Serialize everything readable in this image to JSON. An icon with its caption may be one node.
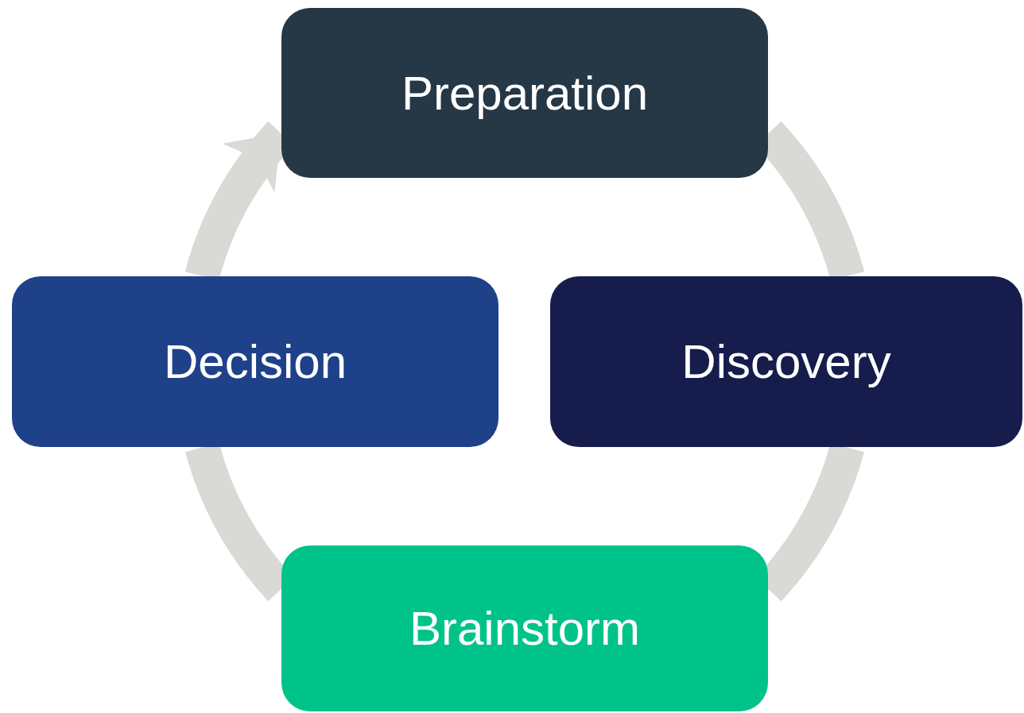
{
  "diagram": {
    "nodes": [
      {
        "text": [
          "Preparation"
        ]
      },
      {
        "text": [
          "Discovery"
        ]
      },
      {
        "text": [
          "Brainstorm"
        ]
      },
      {
        "text": [
          "Decision"
        ]
      }
    ],
    "edges": [
      {
        "from": 0,
        "to": 1,
        "arrow": "none"
      },
      {
        "from": 1,
        "to": 2,
        "arrow": "none"
      },
      {
        "from": 2,
        "to": 3,
        "arrow": "none"
      },
      {
        "from": 3,
        "to": 0,
        "arrow": "to"
      }
    ]
  }
}
